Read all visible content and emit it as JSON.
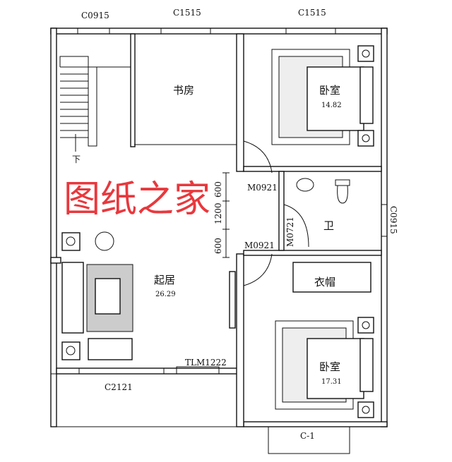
{
  "rooms": {
    "study": "书房",
    "bedroom1": {
      "name": "卧室",
      "area": "14.82"
    },
    "bathroom": "卫",
    "wardrobe": "衣帽",
    "living": {
      "name": "起居",
      "area": "26.29"
    },
    "bedroom2": {
      "name": "卧室",
      "area": "17.31"
    }
  },
  "windows": {
    "w1": "C0915",
    "w2": "C1515",
    "w3": "C1515",
    "w4": "C0915",
    "w5": "C2121",
    "w6": "C-1"
  },
  "doors": {
    "d1": "M0921",
    "d2": "M0921",
    "d3": "M0721",
    "d4": "TLM1222"
  },
  "dimensions": {
    "a": "600",
    "b": "1200",
    "c": "600"
  },
  "stair_label": "下",
  "watermark": "图纸之家"
}
